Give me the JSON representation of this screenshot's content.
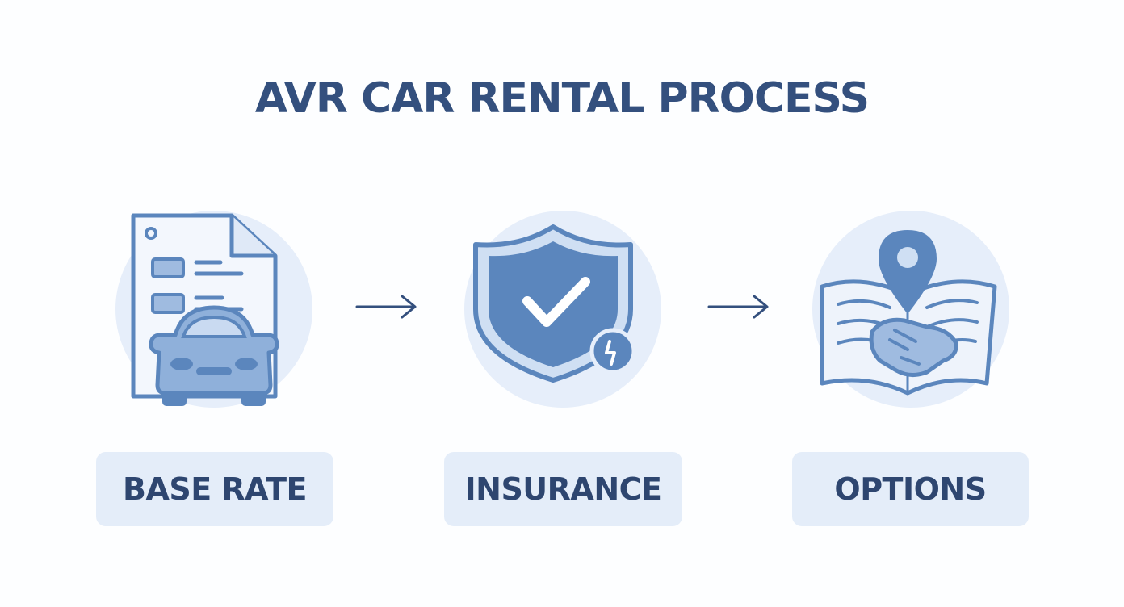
{
  "title": "AVR CAR RENTAL PROCESS",
  "colors": {
    "primary": "#5b86bd",
    "dark": "#34507e",
    "light": "#e4edf9",
    "circle": "#e6eefa"
  },
  "steps": [
    {
      "label": "BASE RATE",
      "icon": "document-car-icon"
    },
    {
      "label": "INSURANCE",
      "icon": "shield-check-icon"
    },
    {
      "label": "OPTIONS",
      "icon": "map-handshake-icon"
    }
  ]
}
